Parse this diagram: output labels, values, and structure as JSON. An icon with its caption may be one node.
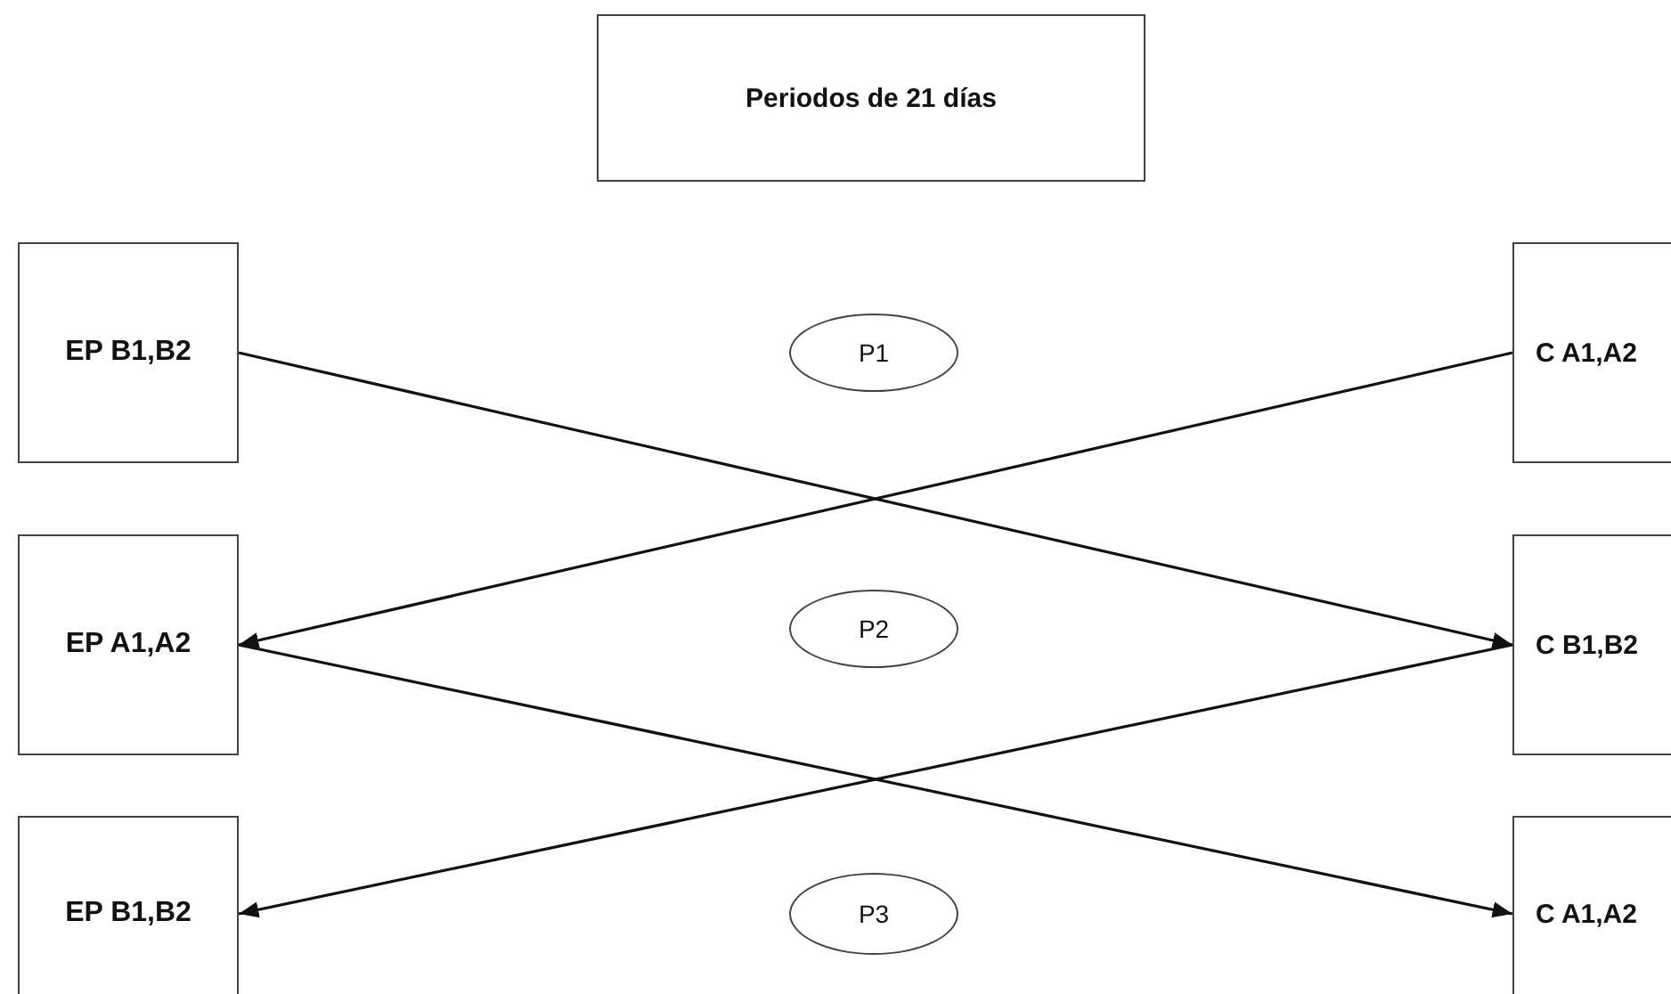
{
  "diagram": {
    "nodes": [
      {
        "text": [
          "Periodos de 21 días"
        ]
      },
      {
        "text": [
          "EP B1,B2"
        ]
      },
      {
        "text": [
          "P1"
        ]
      },
      {
        "text": [
          "C A1,A2"
        ]
      },
      {
        "text": [
          "EP A1,A2"
        ]
      },
      {
        "text": [
          "P2"
        ]
      },
      {
        "text": [
          "C B1,B2"
        ]
      },
      {
        "text": [
          "EP B1,B2"
        ]
      },
      {
        "text": [
          "P3"
        ]
      },
      {
        "text": [
          "C A1,A2"
        ]
      }
    ],
    "edges": [
      {
        "from": 1,
        "to": 6,
        "arrow": "to"
      },
      {
        "from": 3,
        "to": 4,
        "arrow": "to"
      },
      {
        "from": 4,
        "to": 9,
        "arrow": "to"
      },
      {
        "from": 6,
        "to": 7,
        "arrow": "to"
      }
    ]
  }
}
